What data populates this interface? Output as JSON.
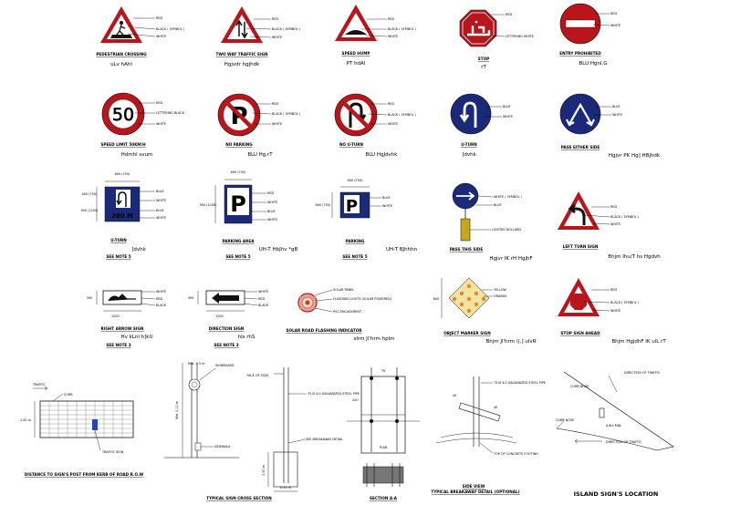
{
  "colors": {
    "red": "#b8151c",
    "blue": "#1a2a78",
    "white": "#ffffff",
    "black": "#111111",
    "yellow_panel": "#f3e3a0",
    "orange_dot": "#e08a30"
  },
  "signs": [
    {
      "caption": "PEDESTRIAN CROSSING",
      "subtitle": "uLv hAhl",
      "notes": [
        "RED",
        "BLACK ( SYMBOL )",
        "WHITE"
      ]
    },
    {
      "caption": "TWO WAY TRAFFIC SIGN",
      "subtitle": "Hgjvdr hgjhdk",
      "notes": [
        "RED",
        "BLACK ( SYMBOL )",
        "WHITE"
      ]
    },
    {
      "caption": "SPEED HUMP",
      "subtitle": "PT hdAl",
      "notes": [
        "RED",
        "BLACK ( SYMBOL )",
        "WHITE"
      ]
    },
    {
      "caption": "STOP",
      "subtitle": "rT",
      "notes": [
        "RED",
        "LETTERING WHITE"
      ]
    },
    {
      "caption": "ENTRY PROHIBITED",
      "subtitle": "BLU Hgnl,G",
      "notes": [
        "RED",
        "WHITE"
      ]
    },
    {
      "caption": "SPEED LIMIT 50KM/H",
      "subtitle": "Hdmhl svum",
      "notes": [
        "RED",
        "LETTERING BLACK",
        "WHITE"
      ],
      "value": "50"
    },
    {
      "caption": "NO PARKING",
      "subtitle": "BLU Hg,rT",
      "notes": [
        "RED",
        "BLACK ( SYMBOL )",
        "WHITE"
      ],
      "value": "P"
    },
    {
      "caption": "NO U-TURN",
      "subtitle": "BLU HgJdvhk",
      "notes": [
        "RED",
        "BLACK ( SYMBOL )",
        "WHITE"
      ]
    },
    {
      "caption": "U-TURN",
      "subtitle": "]dvhk",
      "notes": [
        "BLUE",
        "WHITE"
      ]
    },
    {
      "caption": "PASS EITHER SIDE",
      "subtitle": "Hgjvr PK Hg] HBjhdk",
      "notes": [
        "BLUE",
        "WHITE"
      ]
    },
    {
      "caption": "U-TURN",
      "subtitle": "]dvhk",
      "notes": [
        "BLUE",
        "WHITE",
        "BLUE",
        "WHITE"
      ],
      "value": "200 M",
      "dims": [
        "600 (750)",
        "600 (750)",
        "900 (1200)"
      ],
      "ref": "SEE NOTE 5"
    },
    {
      "caption": "PARKING AREA",
      "subtitle": "UH-T HbJhv *gB",
      "notes": [
        "RED",
        "WHITE",
        "BLUE",
        "WHITE"
      ],
      "value": "P",
      "dims": [
        "600 (750)",
        "900 (1200)"
      ],
      "ref": "SEE NOTE 5"
    },
    {
      "caption": "PARKING",
      "subtitle": "UH-T BJhhhn",
      "notes": [
        "BLUE",
        "WHITE"
      ],
      "value": "P",
      "dims": [
        "600 (750)",
        "600 (750)"
      ],
      "ref": "SEE NOTE 5"
    },
    {
      "caption": "PASS THIS SIDE",
      "subtitle": "Hgjvr IK rH HgjhF",
      "notes": [
        "WHITE ( SYMBOL )",
        "BLUE",
        "LIGHTED BOLLARD"
      ]
    },
    {
      "caption": "LEFT TURN SIGN",
      "subtitle": "Bhjm Ihu/T hs Hgdvh",
      "notes": [
        "RED",
        "BLACK ( SYMBOL )",
        "WHITE"
      ]
    },
    {
      "caption": "RIGHT ARROW SIGN",
      "subtitle": "Hv kLnl h]kU",
      "notes": [
        "WHITE",
        "RED",
        "BLACK"
      ],
      "ref": "SEE NOTE 3"
    },
    {
      "caption": "DIRECTION SIGN",
      "subtitle": "hls rhS",
      "notes": [
        "WHITE",
        "RED",
        "BLACK"
      ],
      "ref": "SEE NOTE 3"
    },
    {
      "caption": "SOLAR ROAD FLASHING INDICATOR",
      "subtitle": "slrm Jl'hrm hplm",
      "notes": [
        "SOLAR PANEL",
        "FLASHING LIGHTS (SOLAR POWERED)",
        "PVC ENCASEMENT"
      ]
    },
    {
      "caption": "OBJECT MARKER SIGN",
      "subtitle": "Bhjm Jl'hrm \\(,] ulvR",
      "notes": [
        "YELLOW",
        "ORANGE"
      ]
    },
    {
      "caption": "STOP SIGN AHEAD",
      "subtitle": "Bhjm HgjdhF IK ulL rT",
      "notes": [
        "RED",
        "BLACK ( SYMBOL )",
        "WHITE"
      ]
    }
  ],
  "details": {
    "median": {
      "labels": [
        "TRAFFIC",
        "CURB",
        "TRAFFIC SIGN"
      ],
      "caption": "DISTANCE TO SIGN'S POST FROM KERB OF ROAD R.O.W"
    },
    "post": {
      "labels": [
        "MIN. 2.5 m",
        "SIGNBOARD",
        "SIDEWALK",
        "Min. 2.10 m"
      ],
      "caption": "TYPICAL SIGN CROSS SECTION"
    },
    "pipe": {
      "labels": [
        "FACE OF SIGN",
        "75 Ø 4.0 GALVANIZED STEEL PIPE",
        "SEE BREAKAWAY DETAIL",
        "0.50 m",
        "0.50 m"
      ],
      "caption": "TYPICAL SIGN CROSS SECTION"
    },
    "base": {
      "labels": [
        "PLAN",
        "SECTION A-A"
      ],
      "caption": "SECTION A-A"
    },
    "breakaway": {
      "labels": [
        "75 Ø 4.0 GALVANIZED STEEL PIPE",
        "TOP OF CONCRETE FOOTING"
      ],
      "caption": "SIDE VIEW",
      "subcaption": "TYPICAL BREAKAWAY DETAIL (OPTIONAL)"
    },
    "island": {
      "labels": [
        "CURB NOSE",
        "DIRECTION OF TRAFFIC",
        "CURB NOSE",
        "0.6m MIN.",
        "DIRECTION OF TRAFFIC"
      ],
      "caption": "ISLAND SIGN'S LOCATION"
    }
  }
}
